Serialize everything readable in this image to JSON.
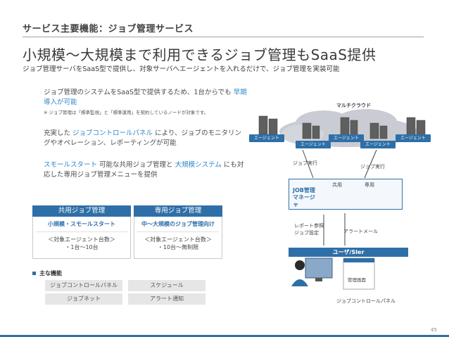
{
  "header": {
    "section_title": "サービス主要機能：ジョブ管理サービス",
    "main_title": "小規模～大規模まで利用できるジョブ管理もSaaS提供",
    "subtitle": "ジョブ管理サーバをSaaS型で提供し、対象サーバへエージェントを入れるだけで、ジョブ管理を実装可能"
  },
  "paragraphs": [
    {
      "pre": "ジョブ管理のシステムをSaaS型で提供するため、1台からでも ",
      "highlight": "早期導入が可能",
      "post": "",
      "note": "※ ジョブ管理は「標準監視」と「標準運用」を契約しているノードが対象です。"
    },
    {
      "pre": "充実した ",
      "highlight": "ジョブコントロールパネル",
      "post": " により、ジョブのモニタリングやオペレーション、レポーティングが可能"
    },
    {
      "highlight1": "スモールスタート",
      "mid": " 可能な共用ジョブ管理と ",
      "highlight2": "大規模システム",
      "post": " にも対応した専用ジョブ管理メニューを提供"
    }
  ],
  "plans": [
    {
      "name": "共用ジョブ管理",
      "sub": "小規模・スモールスタート",
      "line1": "＜対象エージェント台数＞",
      "line2": "・1台～10台"
    },
    {
      "name": "専用ジョブ管理",
      "sub": "中～大規模のジョブ管理向け",
      "line1": "＜対象エージェント台数＞",
      "line2": "・10台～無制限"
    }
  ],
  "features": {
    "label": "主な機能",
    "items": [
      "ジョブコントロールパネル",
      "スケジュール",
      "ジョブネット",
      "アラート通知"
    ]
  },
  "diagram": {
    "cloud_label": "マルチクラウド",
    "agent_label": "エージェント",
    "job_exec_left": "ジョブ実行",
    "job_exec_right": "ジョブ実行",
    "manager_label": "JOB管理マネージャ",
    "shared": "共用",
    "dedicated": "専用",
    "report_label_1": "レポート参照",
    "report_label_2": "ジョブ設定",
    "alert_label": "アラートメール",
    "user_label": "ユーザ/SIer",
    "screen_label": "管理画面",
    "panel_label": "ジョブコントロールパネル"
  },
  "footer": {
    "page_number": "45"
  },
  "colors": {
    "accent": "#2f6fa7",
    "highlight": "#2e86c9"
  }
}
